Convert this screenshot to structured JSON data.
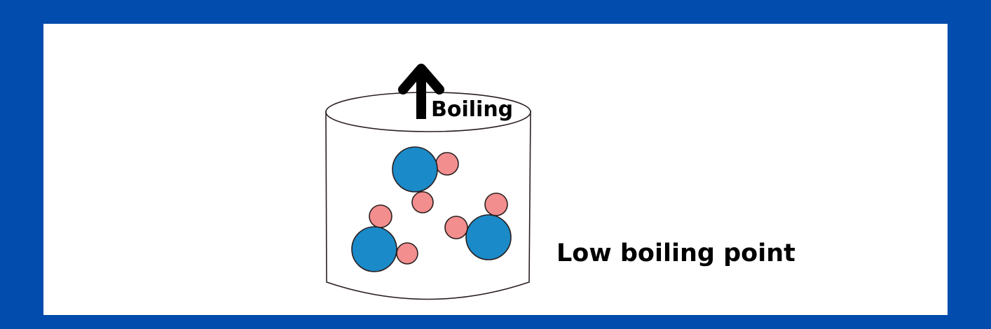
{
  "colors": {
    "frame": "#024CAD",
    "background": "#FFFFFF",
    "large_atom": "#1A8AC8",
    "small_atom": "#F28E8E",
    "outline": "#2A1F1F",
    "arrow": "#000000"
  },
  "diagram": {
    "boiling_label": "Boiling",
    "caption": "Low boiling point",
    "arrow_icon": "up-arrow-icon",
    "molecule_count": 3
  }
}
